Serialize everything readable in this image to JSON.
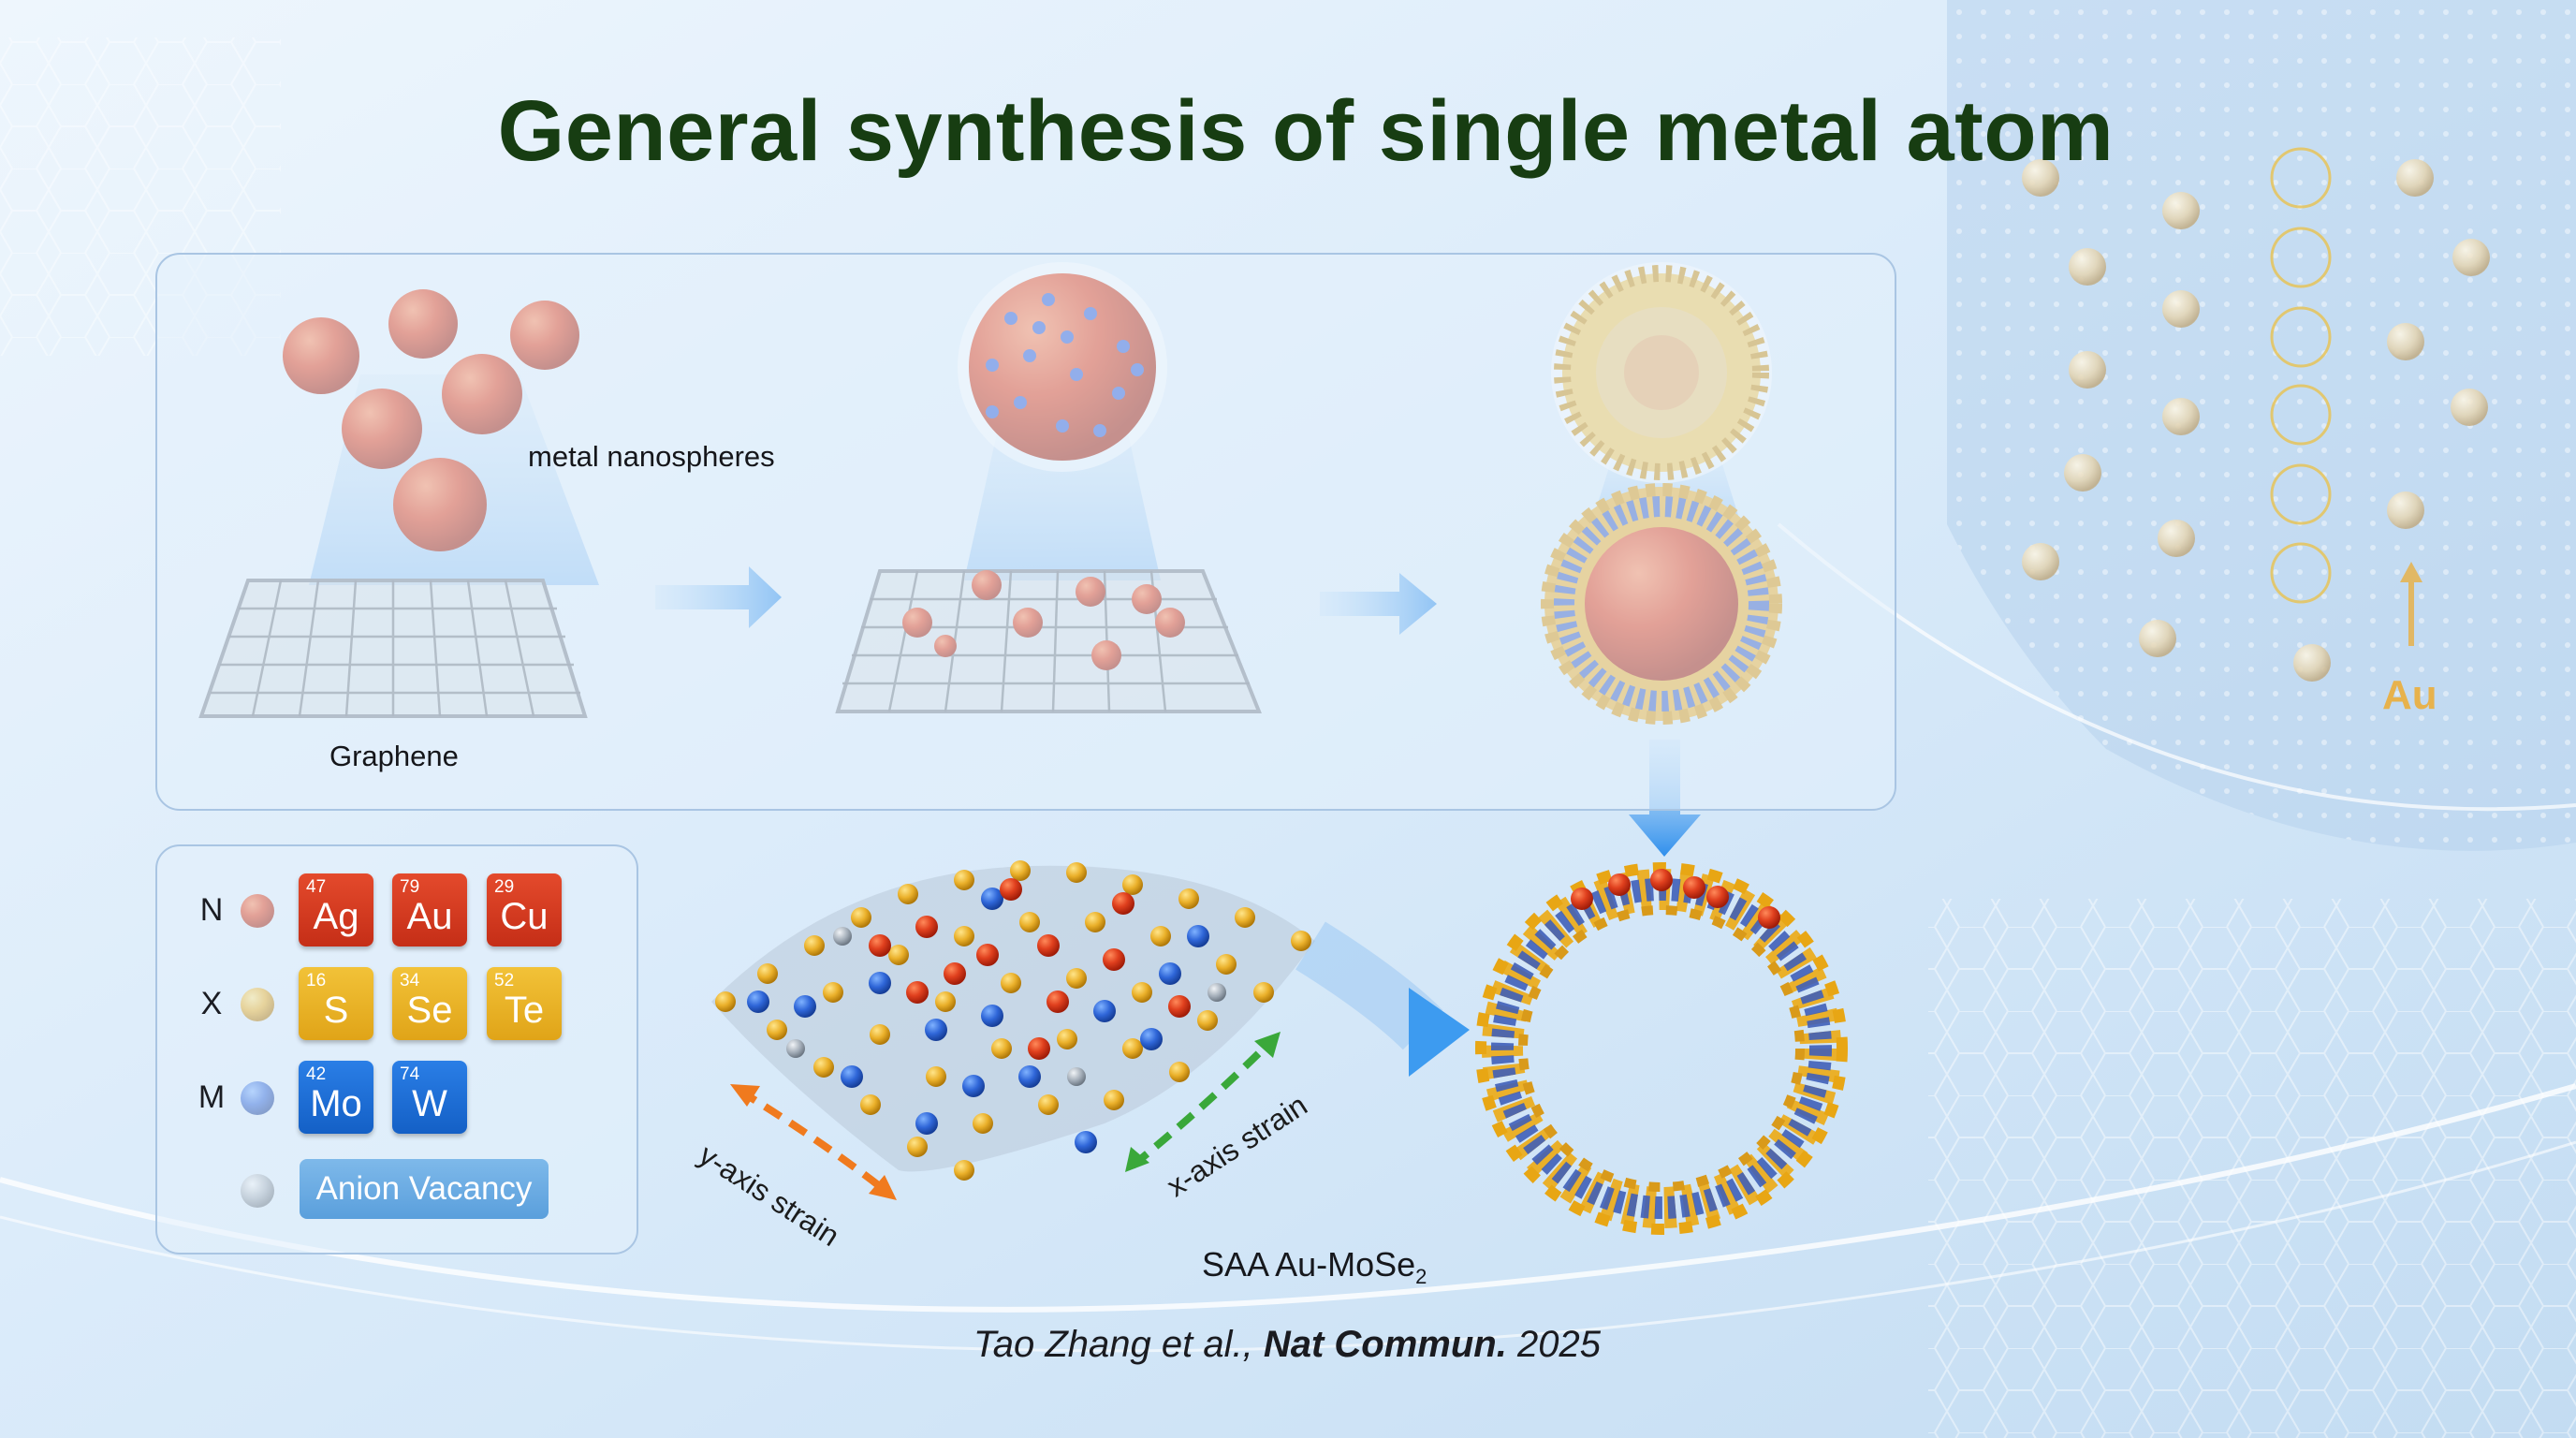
{
  "title": "General synthesis of single metal atom",
  "labels": {
    "metal_nanospheres": "metal nanospheres",
    "graphene": "Graphene",
    "y_strain": "y-axis strain",
    "x_strain": "x-axis strain",
    "saa_label_main": "SAA Au-MoSe",
    "saa_label_sub": "2",
    "au": "Au"
  },
  "legend": {
    "rows": [
      {
        "letter": "N",
        "ball_color": "#d42b18",
        "tiles": [
          {
            "num": "47",
            "sym": "Ag"
          },
          {
            "num": "79",
            "sym": "Au"
          },
          {
            "num": "29",
            "sym": "Cu"
          }
        ]
      },
      {
        "letter": "X",
        "ball_color": "#e8a614",
        "tiles": [
          {
            "num": "16",
            "sym": "S"
          },
          {
            "num": "34",
            "sym": "Se"
          },
          {
            "num": "52",
            "sym": "Te"
          }
        ]
      },
      {
        "letter": "M",
        "ball_color": "#1e5fd2",
        "tiles": [
          {
            "num": "42",
            "sym": "Mo"
          },
          {
            "num": "74",
            "sym": "W"
          }
        ]
      }
    ],
    "vacancy_label": "Anion Vacancy"
  },
  "citation": {
    "authors": "Tao Zhang et al., ",
    "journal": "Nat Commun.",
    "year": " 2025"
  },
  "colors": {
    "title": "#173d12",
    "metal_red": "#d42b18",
    "chalcogen_gold": "#e8a614",
    "metal_blue": "#1e5fd2",
    "vacancy_gray": "#9aa6b2",
    "arrow_blue": "#3d9bf0",
    "strain_orange": "#f07a1e",
    "strain_green": "#3aa83a",
    "au_gold": "#e7b24c"
  }
}
